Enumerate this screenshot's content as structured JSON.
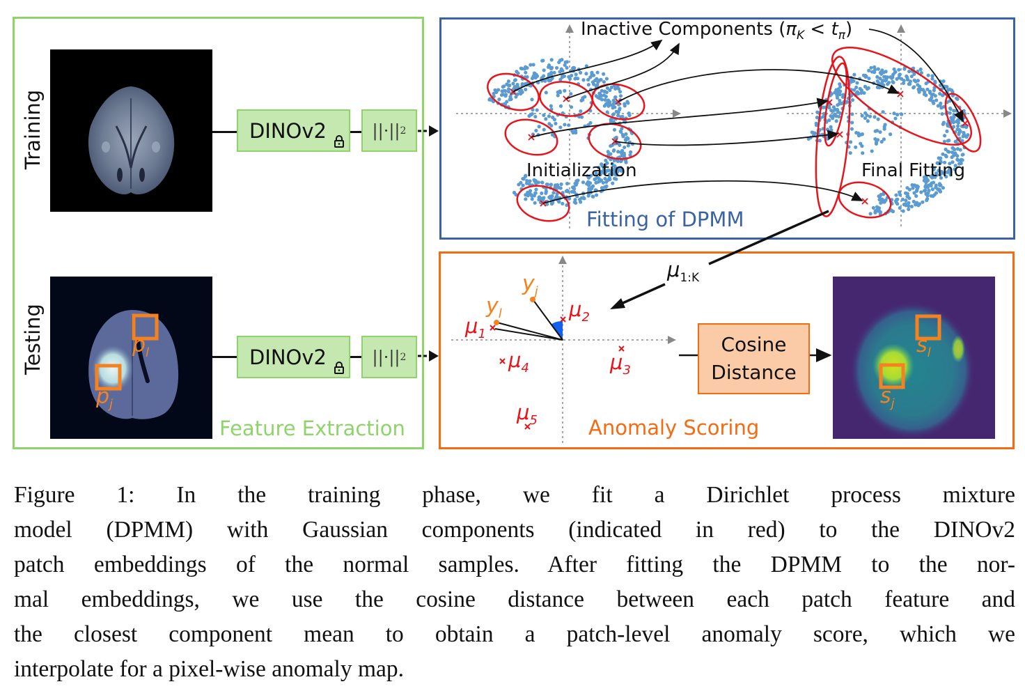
{
  "panels": {
    "feature_extraction": {
      "title": "Feature Extraction",
      "color": "#8fd46a",
      "rows": [
        {
          "label": "Training",
          "encoder": "DINOv2",
          "encoder_icon": "lock-icon",
          "norm": "||·||",
          "norm_sub": "2"
        },
        {
          "label": "Testing",
          "encoder": "DINOv2",
          "encoder_icon": "lock-icon",
          "norm": "||·||",
          "norm_sub": "2"
        }
      ],
      "test_patches": [
        {
          "label": "p",
          "sub": "l"
        },
        {
          "label": "p",
          "sub": "j"
        }
      ]
    },
    "fitting": {
      "title": "Fitting of DPMM",
      "color": "#3a63a6",
      "inactive_label": "Inactive Components (",
      "inactive_math": "π",
      "inactive_math_sub": "K",
      "inactive_lt": " < ",
      "inactive_t": "t",
      "inactive_t_sub": "π",
      "inactive_close": ")",
      "init_label": "Initialization",
      "final_label": "Final Fitting",
      "means_label": "μ",
      "means_sub": "1:K"
    },
    "scoring": {
      "title": "Anomaly Scoring",
      "color": "#f36c12",
      "cosine_line1": "Cosine",
      "cosine_line2": "Distance",
      "features": [
        {
          "label": "y",
          "sub": "j"
        },
        {
          "label": "y",
          "sub": "l"
        }
      ],
      "means": [
        {
          "label": "μ",
          "sub": "1"
        },
        {
          "label": "μ",
          "sub": "2"
        },
        {
          "label": "μ",
          "sub": "3"
        },
        {
          "label": "μ",
          "sub": "4"
        },
        {
          "label": "μ",
          "sub": "5"
        }
      ],
      "scores": [
        {
          "label": "s",
          "sub": "l"
        },
        {
          "label": "s",
          "sub": "j"
        }
      ]
    }
  },
  "colors": {
    "component_red": "#e8141c",
    "points_blue": "#5b9bd0",
    "patch_orange": "#f58220",
    "angle_blue": "#1560f0"
  },
  "caption": {
    "lines": [
      "Figure 1:  In the training phase, we fit a Dirichlet process mixture",
      "model (DPMM) with Gaussian components (indicated in red) to the DINOv2",
      "patch embeddings of the normal samples. After fitting the DPMM to the nor-",
      "mal embeddings, we use the cosine distance between each patch feature and",
      "the closest component mean to obtain a patch-level anomaly score, which we",
      "interpolate for a pixel-wise anomaly map."
    ]
  }
}
